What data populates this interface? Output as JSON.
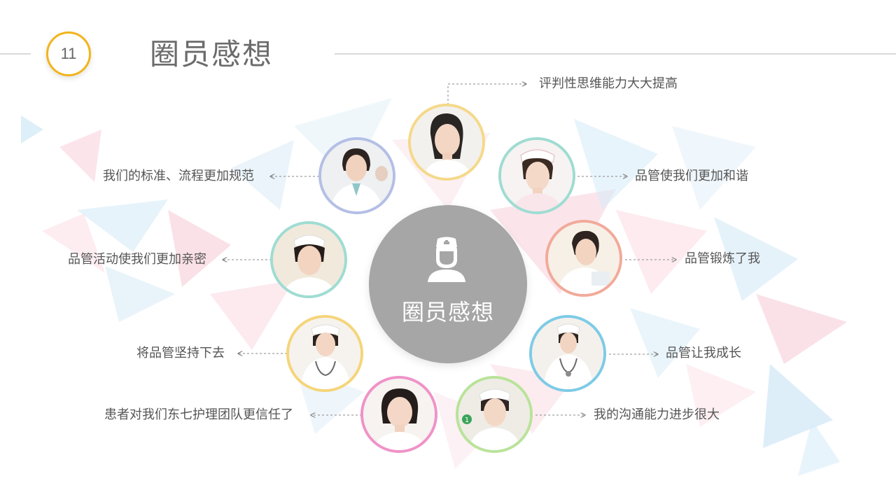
{
  "slide": {
    "number": "11",
    "title": "圈员感想"
  },
  "center": {
    "label": "圈员感想",
    "icon": "nurse-icon",
    "color": "#a6a6a6"
  },
  "accent_color": "#f2b41c",
  "items": [
    {
      "text": "评判性思维能力大大提高",
      "ring_color": "#f5d98a"
    },
    {
      "text": "品管使我们更加和谐",
      "ring_color": "#9fdcd2"
    },
    {
      "text": "品管锻炼了我",
      "ring_color": "#f2aa9a"
    },
    {
      "text": "品管让我成长",
      "ring_color": "#7ecbe6"
    },
    {
      "text": "我的沟通能力进步很大",
      "ring_color": "#b9e39a"
    },
    {
      "text": "患者对我们东七护理团队更信任了",
      "ring_color": "#ef93c8"
    },
    {
      "text": "将品管坚持下去",
      "ring_color": "#f5d57a"
    },
    {
      "text": "品管活动使我们更加亲密",
      "ring_color": "#9fdcd2"
    },
    {
      "text": "我们的标准、流程更加规范",
      "ring_color": "#b4bfe6"
    }
  ],
  "badge": {
    "text": "1"
  }
}
